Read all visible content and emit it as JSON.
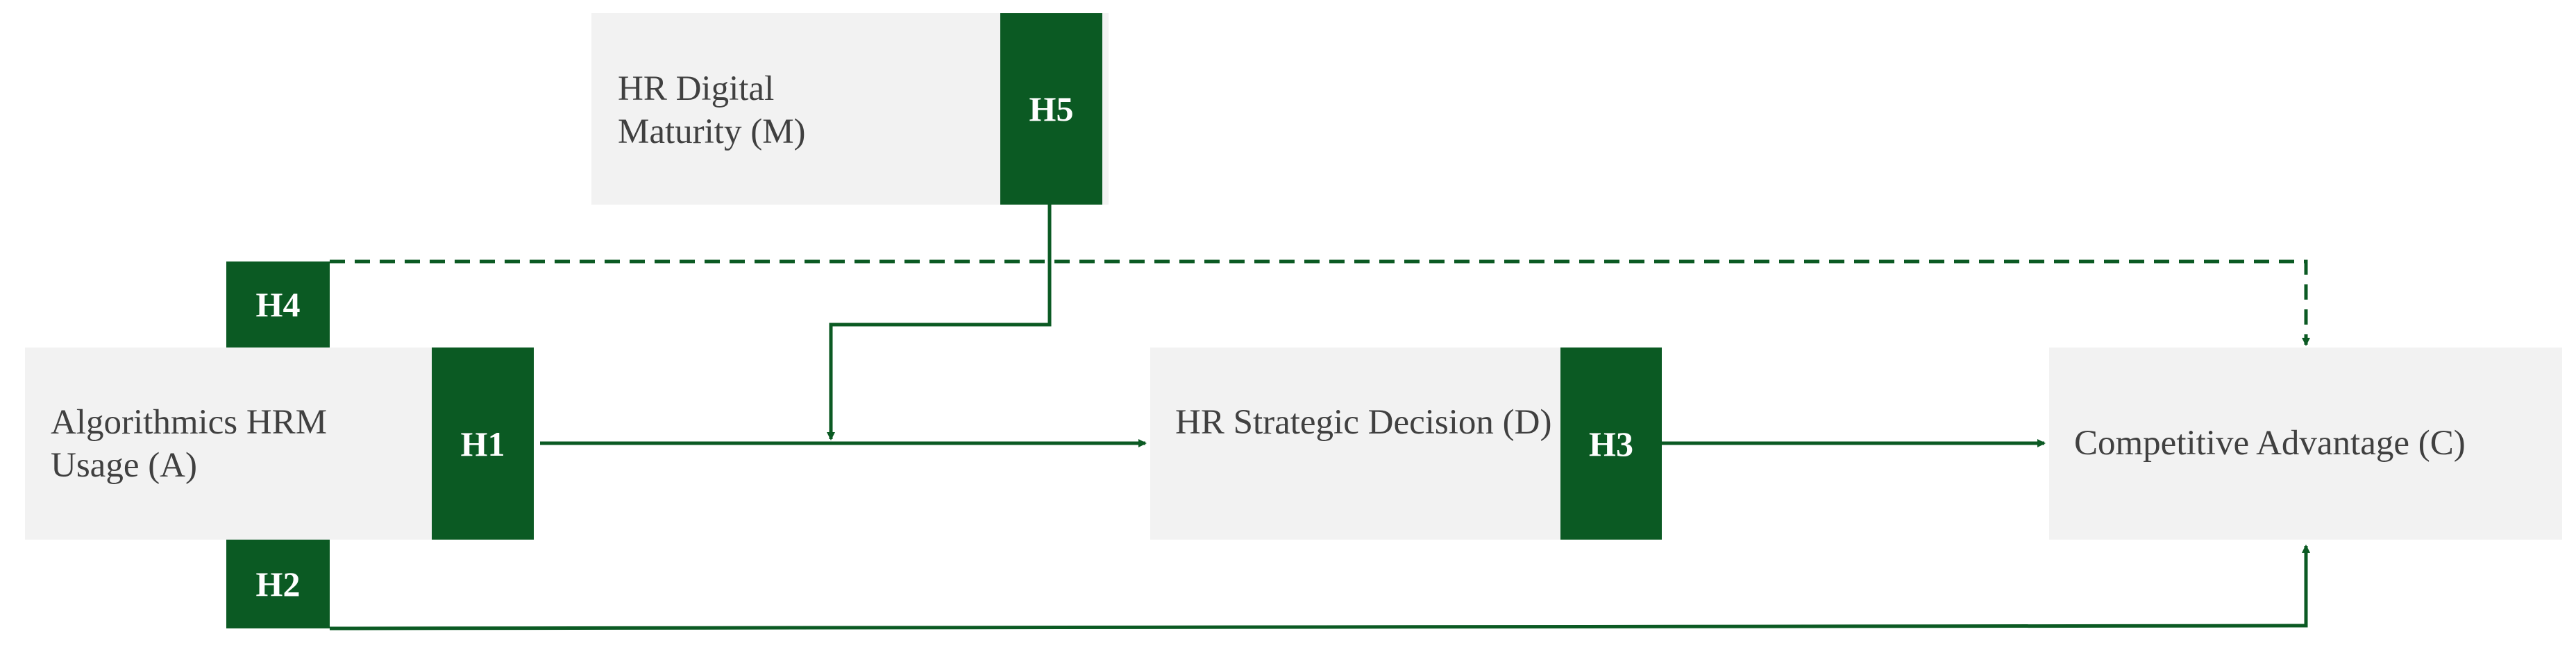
{
  "nodes": {
    "maturity": {
      "label": "HR Digital Maturity (M)"
    },
    "algorithmic": {
      "label": "Algorithmics HRM Usage (A)"
    },
    "decision": {
      "label": "HR Strategic Decision (D)"
    },
    "advantage": {
      "label": "Competitive Advantage (C)"
    }
  },
  "hypotheses": {
    "h1": "H1",
    "h2": "H2",
    "h3": "H3",
    "h4": "H4",
    "h5": "H5"
  },
  "colors": {
    "accent": "#0b5a23",
    "box_fill": "#f2f2f2",
    "text": "#404040"
  }
}
